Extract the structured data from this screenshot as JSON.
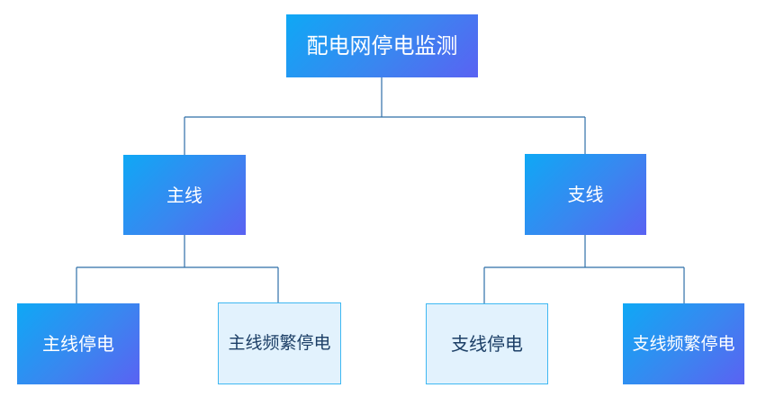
{
  "diagram": {
    "root": {
      "label": "配电网停电监测"
    },
    "main_line": {
      "label": "主线",
      "children": [
        {
          "label": "主线停电"
        },
        {
          "label": "主线频繁停电"
        }
      ]
    },
    "branch_line": {
      "label": "支线",
      "children": [
        {
          "label": "支线停电"
        },
        {
          "label": "支线频繁停电"
        }
      ]
    },
    "colors": {
      "node_gradient_start": "#0fa8f5",
      "node_gradient_end": "#5a62f2",
      "highlight_fill": "#e2f2fd",
      "highlight_border": "#3fb8f2",
      "connector": "#2f6fa8"
    }
  }
}
